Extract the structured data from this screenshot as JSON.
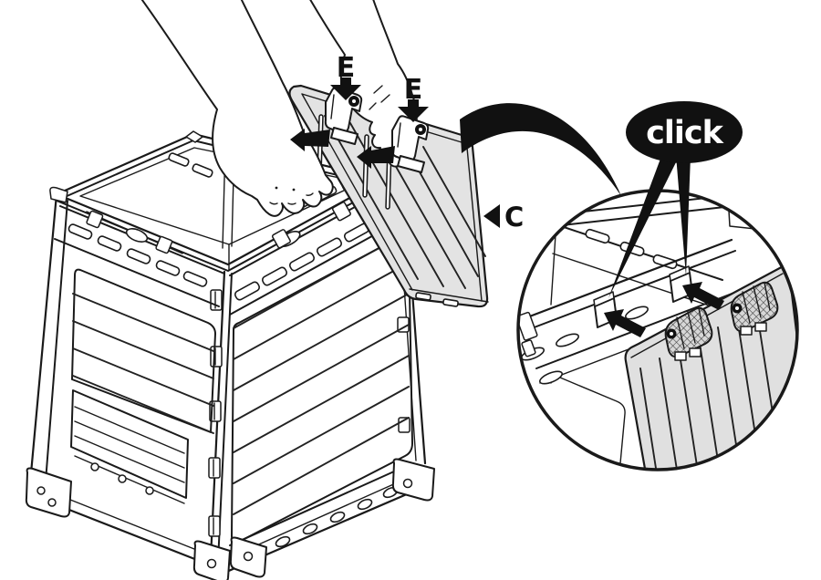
{
  "diagram": {
    "kind": "assembly-instruction-step",
    "labels": {
      "part_e_first": "E",
      "part_e_second": "E",
      "part_c": "C",
      "click_callout": "click"
    },
    "colors": {
      "line": "#1a1a1a",
      "panel_fill": "#e3e3e3",
      "callout_bg": "#111111",
      "callout_text": "#ffffff",
      "background": "#ffffff"
    }
  }
}
